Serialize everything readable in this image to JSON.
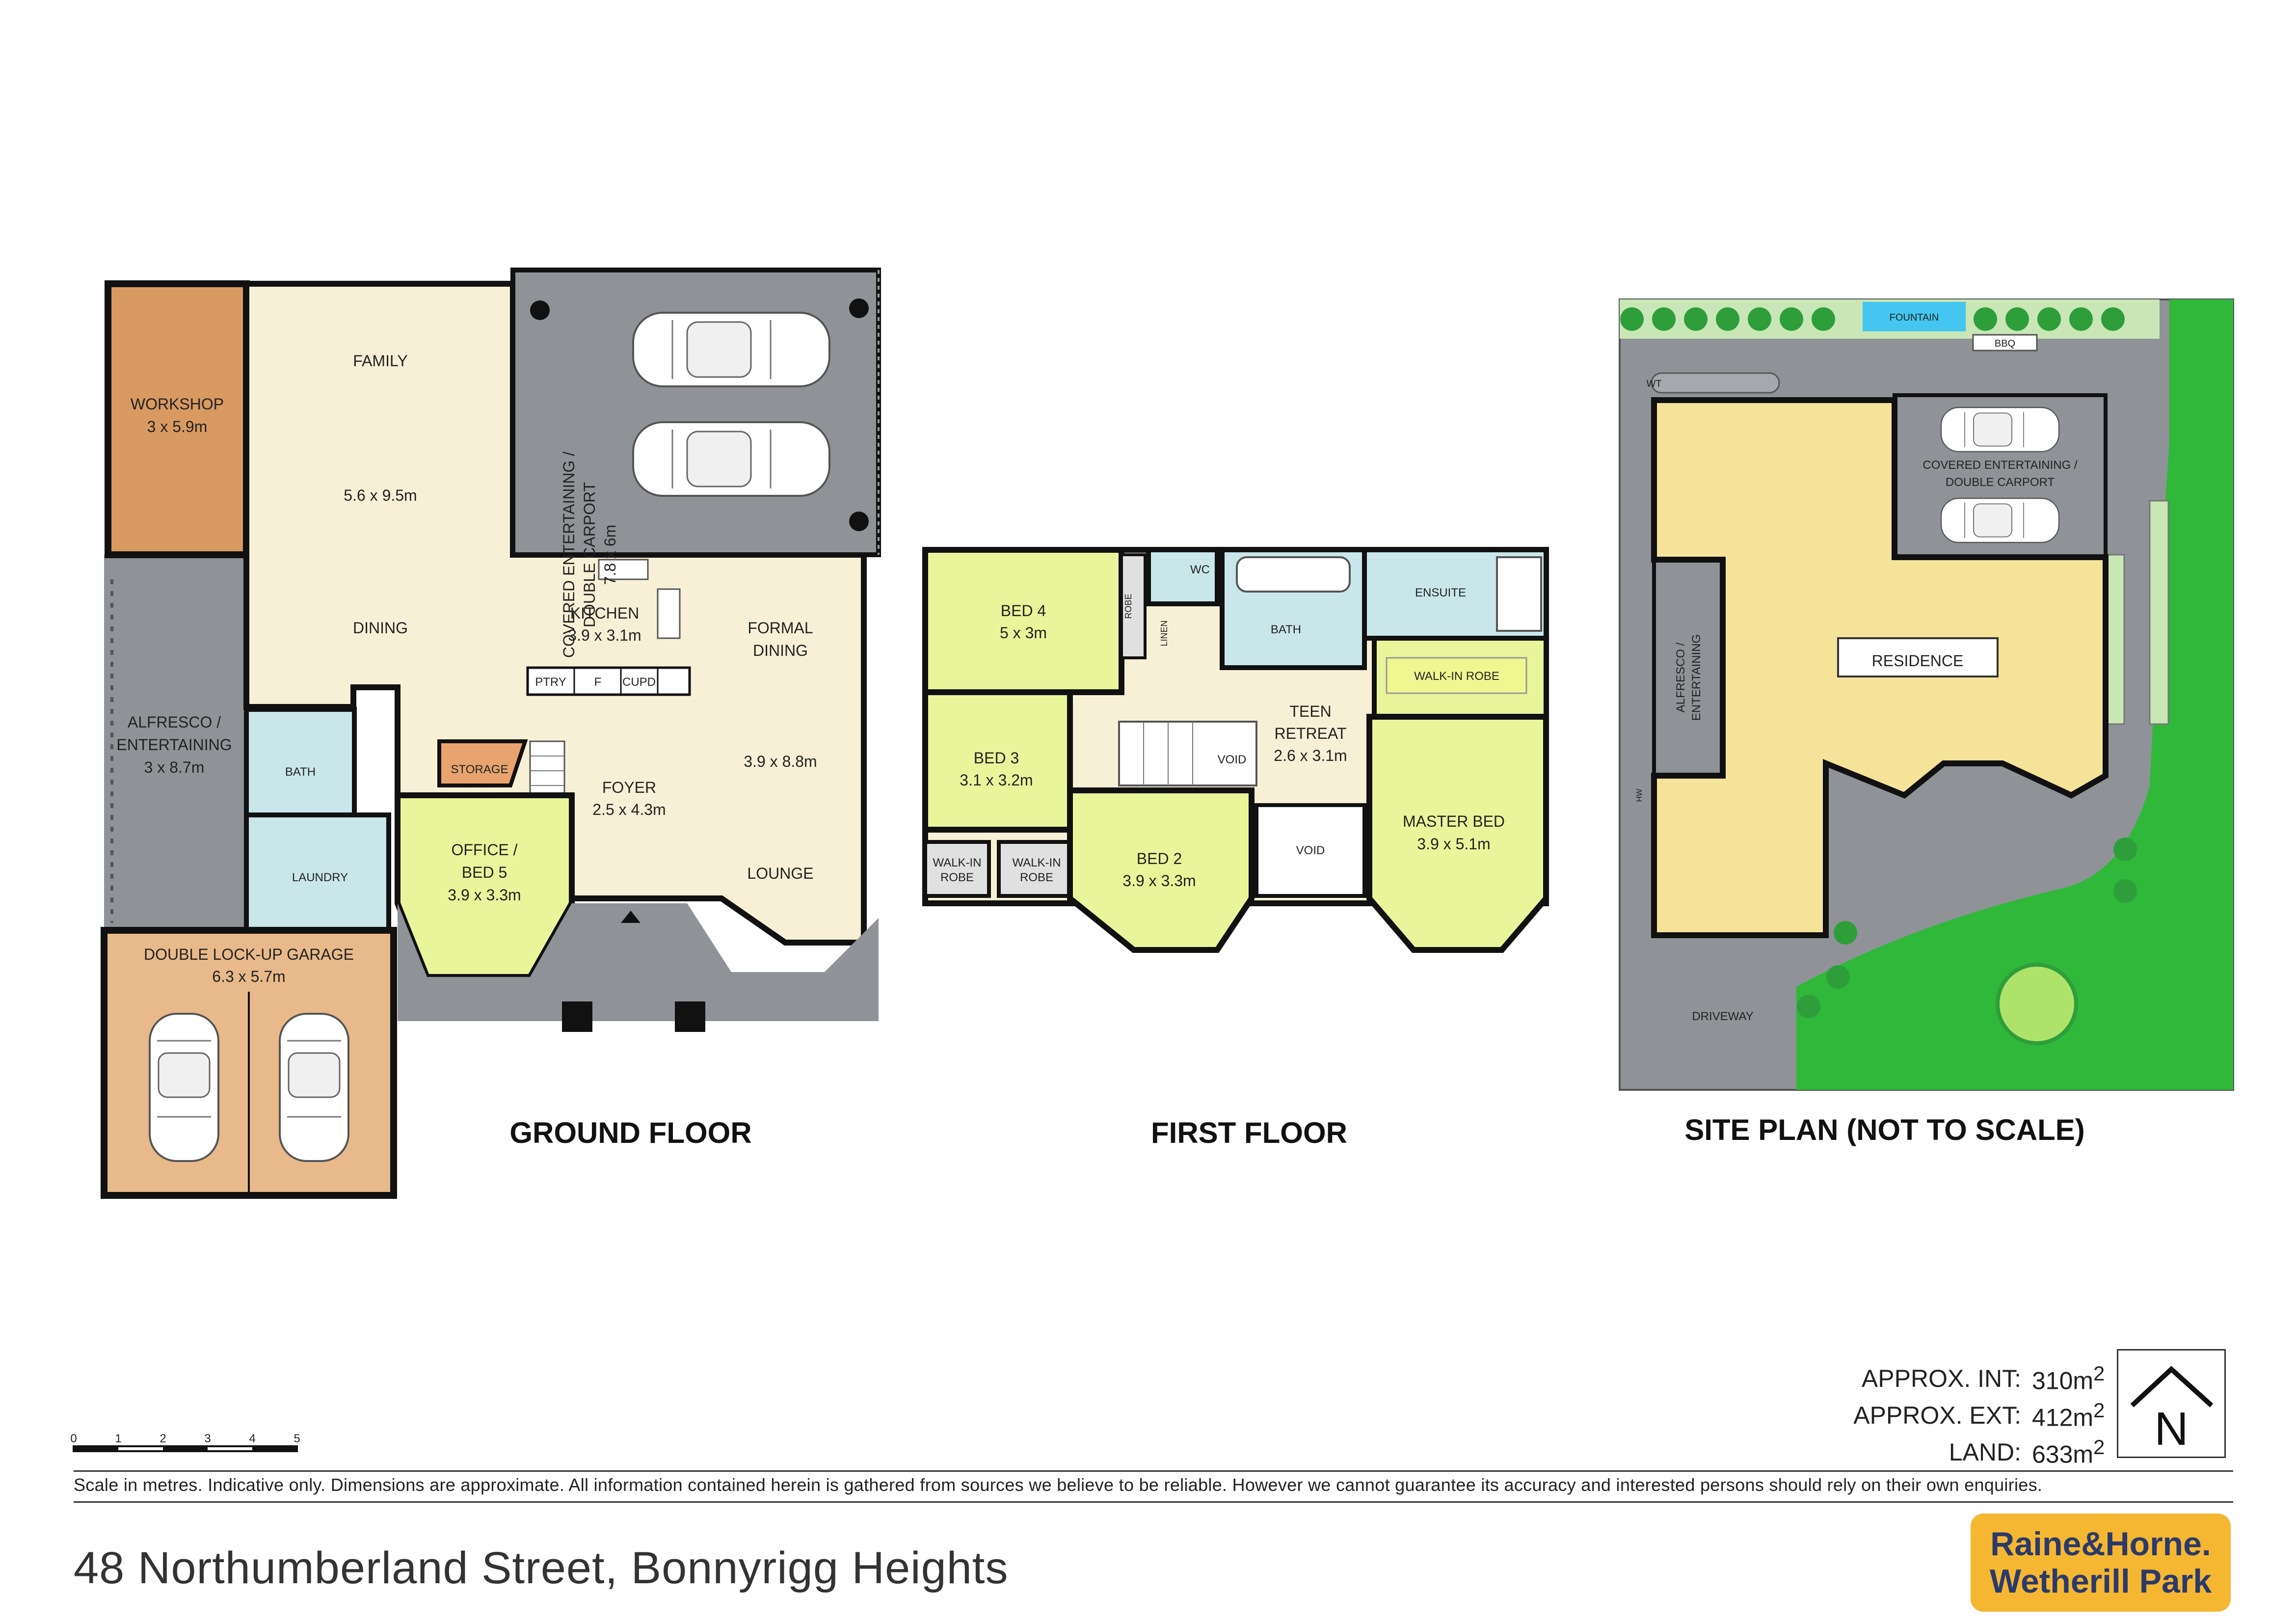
{
  "address": "48 Northumberland Street, Bonnyrigg Heights",
  "disclaimer": "Scale in metres. Indicative only. Dimensions are approximate. All information contained herein is gathered from sources we believe to be reliable. However we cannot guarantee its accuracy and interested persons should rely on their own enquiries.",
  "scale_ticks": [
    "0",
    "1",
    "2",
    "3",
    "4",
    "5"
  ],
  "areas": [
    {
      "label": "APPROX. INT:",
      "value": "310m",
      "sup": "2"
    },
    {
      "label": "APPROX. EXT:",
      "value": "412m",
      "sup": "2"
    },
    {
      "label": "LAND:",
      "value": "633m",
      "sup": "2"
    }
  ],
  "compass_letter": "N",
  "logo": {
    "line1": "Raine&Horne.",
    "line2": "Wetherill Park"
  },
  "colors": {
    "wall": "#111111",
    "living": "#f8f0d6",
    "bedroom": "#e9f59a",
    "wet": "#c9e7ea",
    "garage": "#e8b98a",
    "workshop": "#d99a62",
    "outdoor": "#8f9397",
    "residence": "#f5e39a",
    "lawn": "#2fb83a",
    "pool": "#44c6f0"
  },
  "ground_floor": {
    "title": "GROUND FLOOR",
    "rooms": {
      "workshop": {
        "name": "WORKSHOP",
        "dim": "3 x 5.9m"
      },
      "family": {
        "name": "FAMILY"
      },
      "family_dim": "5.6 x 9.5m",
      "dining": {
        "name": "DINING"
      },
      "carport": {
        "name": "COVERED ENTERTAINING /",
        "name2": "DOUBLE CARPORT",
        "dim": "7.8 x 6m"
      },
      "kitchen": {
        "name": "KITCHEN",
        "dim": "3.9 x 3.1m"
      },
      "ptry": "PTRY",
      "fridge": "F",
      "cupd": "CUPD",
      "formal": {
        "name": "FORMAL",
        "name2": "DINING"
      },
      "lounge_dim": "3.9 x 8.8m",
      "lounge": {
        "name": "LOUNGE"
      },
      "alfresco": {
        "name": "ALFRESCO /",
        "name2": "ENTERTAINING",
        "dim": "3 x 8.7m"
      },
      "bath": {
        "name": "BATH"
      },
      "storage": {
        "name": "STORAGE"
      },
      "foyer": {
        "name": "FOYER",
        "dim": "2.5 x 4.3m"
      },
      "laundry": {
        "name": "LAUNDRY"
      },
      "office": {
        "name": "OFFICE /",
        "name2": "BED 5",
        "dim": "3.9 x 3.3m"
      },
      "garage": {
        "name": "DOUBLE LOCK-UP GARAGE",
        "dim": "6.3 x 5.7m"
      }
    }
  },
  "first_floor": {
    "title": "FIRST FLOOR",
    "rooms": {
      "bed4": {
        "name": "BED 4",
        "dim": "5 x 3m"
      },
      "robe": "ROBE",
      "wc": "WC",
      "linen": "LINEN",
      "bath": "BATH",
      "ensuite": "ENSUITE",
      "wir_master": "WALK-IN ROBE",
      "bed3": {
        "name": "BED 3",
        "dim": "3.1 x 3.2m"
      },
      "teen": {
        "name": "TEEN",
        "name2": "RETREAT",
        "dim": "2.6 x 3.1m"
      },
      "void1": "VOID",
      "void2": "VOID",
      "master": {
        "name": "MASTER BED",
        "dim": "3.9 x 5.1m"
      },
      "bed2": {
        "name": "BED 2",
        "dim": "3.9 x 3.3m"
      },
      "wir1": {
        "name": "WALK-IN",
        "name2": "ROBE"
      },
      "wir2": {
        "name": "WALK-IN",
        "name2": "ROBE"
      }
    }
  },
  "site_plan": {
    "title": "SITE PLAN (NOT TO SCALE)",
    "residence": "RESIDENCE",
    "fountain": "FOUNTAIN",
    "bbq": "BBQ",
    "wt": "WT",
    "carport": {
      "name": "COVERED ENTERTAINING /",
      "name2": "DOUBLE CARPORT"
    },
    "alfresco": {
      "name": "ALFRESCO /",
      "name2": "ENTERTAINING"
    },
    "hw": "HW",
    "driveway": "DRIVEWAY"
  }
}
